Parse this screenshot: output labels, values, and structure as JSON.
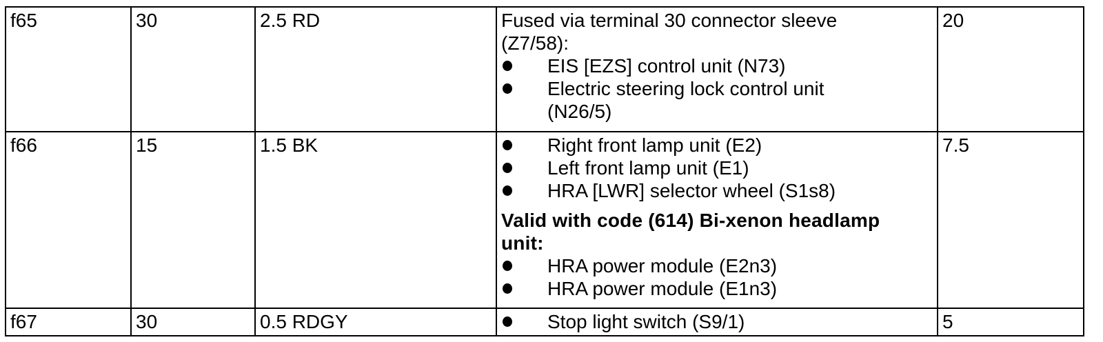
{
  "colors": {
    "text": "#000000",
    "grid_line": "#000000",
    "background": "#ffffff"
  },
  "table": {
    "rows": [
      {
        "fuse": "f65",
        "terminal": "30",
        "wire": "2.5 RD",
        "amperage": "20",
        "description": [
          {
            "type": "para",
            "text": "Fused via terminal 30 connector sleeve"
          },
          {
            "type": "para",
            "text": "(Z7/58):"
          },
          {
            "type": "bullet",
            "text": "EIS [EZS] control unit (N73)"
          },
          {
            "type": "bullet",
            "text": "Electric steering lock control unit"
          },
          {
            "type": "cont",
            "text": "(N26/5)"
          }
        ]
      },
      {
        "fuse": "f66",
        "terminal": "15",
        "wire": "1.5 BK",
        "amperage": "7.5",
        "description": [
          {
            "type": "bullet",
            "text": "Right front lamp unit (E2)"
          },
          {
            "type": "bullet",
            "text": "Left front lamp unit (E1)"
          },
          {
            "type": "bullet",
            "text": "HRA [LWR] selector wheel (S1s8)"
          },
          {
            "type": "bold",
            "text": "Valid with code (614) Bi-xenon headlamp"
          },
          {
            "type": "bold",
            "text": "unit:"
          },
          {
            "type": "bullet",
            "text": "HRA power module (E2n3)"
          },
          {
            "type": "bullet",
            "text": "HRA power module (E1n3)"
          }
        ]
      },
      {
        "fuse": "f67",
        "terminal": "30",
        "wire": "0.5 RDGY",
        "amperage": "5",
        "description": [
          {
            "type": "bullet",
            "text": "Stop light switch (S9/1)"
          }
        ]
      }
    ]
  }
}
